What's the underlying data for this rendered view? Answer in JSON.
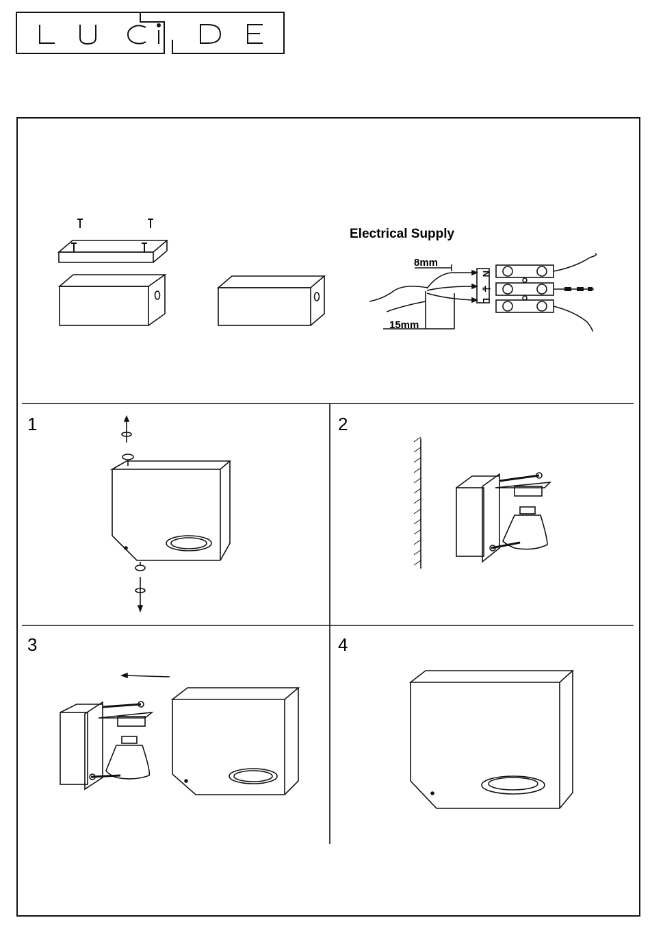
{
  "logo": {
    "text": "LUCIDE",
    "letters": [
      "L",
      "U",
      "C",
      "i",
      "D",
      "E"
    ]
  },
  "electrical": {
    "title": "Electrical Supply",
    "strip_length": "8mm",
    "sheath_length": "15mm",
    "terminals": [
      "N",
      "⏚",
      "L"
    ]
  },
  "steps": [
    {
      "number": "1"
    },
    {
      "number": "2"
    },
    {
      "number": "3"
    },
    {
      "number": "4"
    }
  ]
}
